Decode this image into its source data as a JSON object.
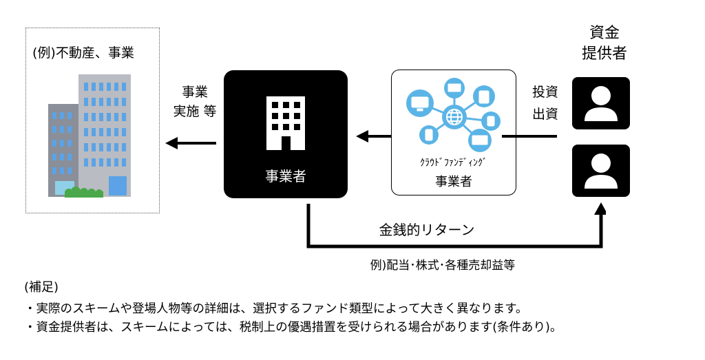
{
  "property": {
    "label": "(例)不動産、事業"
  },
  "flows": {
    "business_label_line1": "事業",
    "business_label_line2": "実施 等",
    "invest_label_line1": "投資",
    "invest_label_line2": "出資"
  },
  "operator": {
    "label": "事業者"
  },
  "crowdfunding": {
    "label_line1": "ｸﾗｳﾄﾞﾌｧﾝﾃﾞｨﾝｸﾞ",
    "label_line2": "事業者"
  },
  "investor": {
    "title_line1": "資金",
    "title_line2": "提供者"
  },
  "return": {
    "label": "金銭的リターン",
    "example": "例)配当･株式･各種売却益等"
  },
  "notes": {
    "heading": "(補足)",
    "items": [
      "・実際のスキームや登場人物等の詳細は、選択するファンド類型によって大きく異なります。",
      "・資金提供者は、スキームによっては、税制上の優遇措置を受けられる場合があります(条件あり)。"
    ]
  },
  "colors": {
    "building_dark": "#8a8f99",
    "building_light": "#b9bcc2",
    "window_blue": "#5ba3e6",
    "bush_green": "#4aa84a",
    "network_blue": "#5bb4e6"
  },
  "icons": [
    "office-building-icon",
    "network-globe-icon",
    "person-icon"
  ]
}
